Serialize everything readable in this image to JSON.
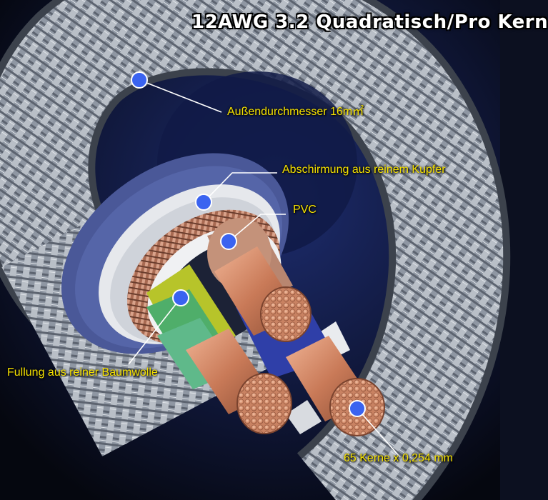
{
  "title": "12AWG 3.2 Quadratisch/Pro Kern",
  "callouts": {
    "outer_diameter": "Außendurchmesser 16m㎡",
    "shielding": "Abschirmung aus reinem Kupfer",
    "pvc": "PVC",
    "filling": "Fullung aus reiner Baumwolle",
    "cores": "65 Kerne x 0,254 mm"
  },
  "colors": {
    "background": "#0c1020",
    "braid": "#9aa1ab",
    "inner_sheath": "#4f5fa0",
    "copper": "#d88e6c",
    "callout_text": "#f5e100",
    "marker": "#3a63f0"
  }
}
